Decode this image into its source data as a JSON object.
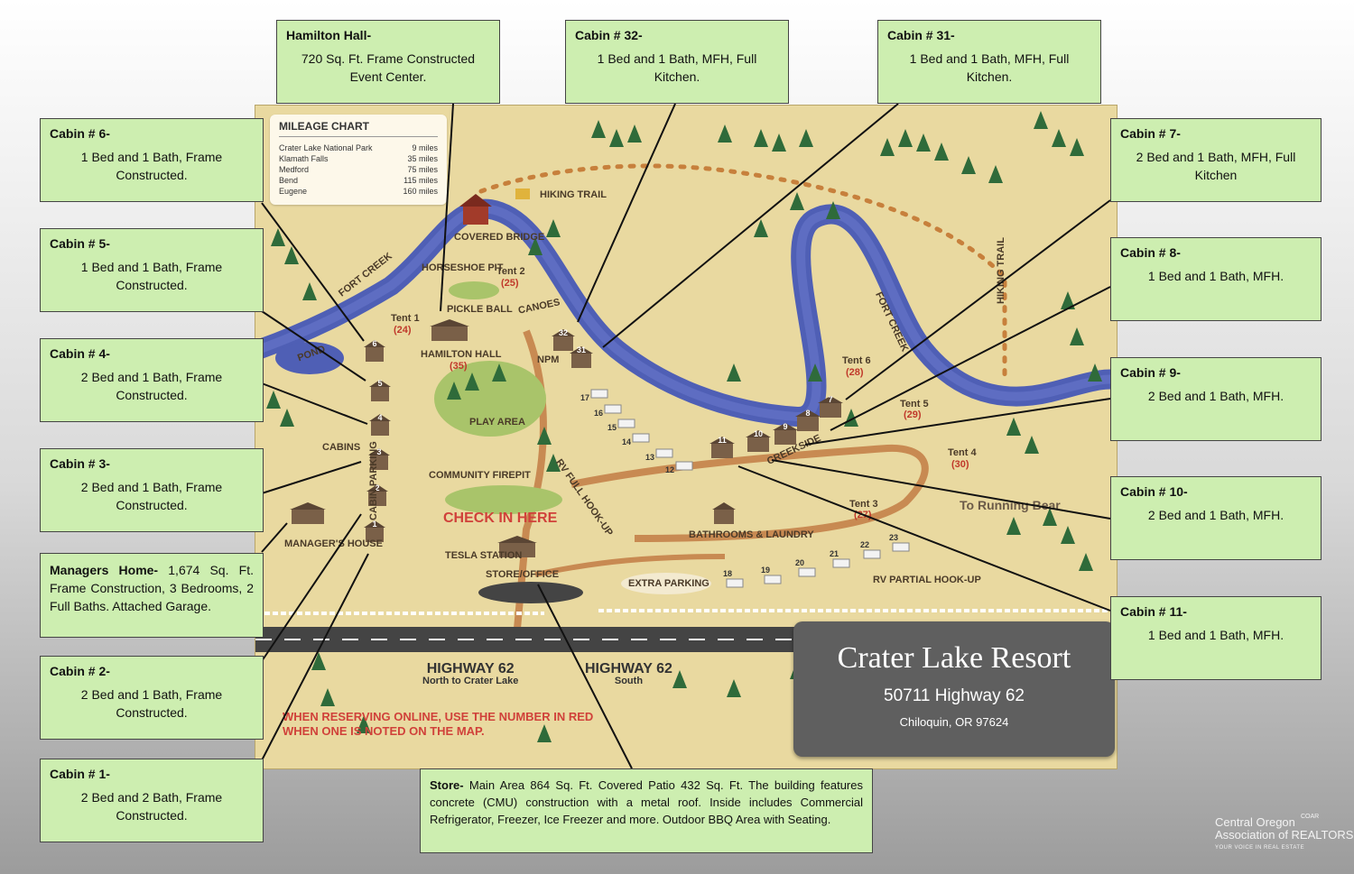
{
  "map": {
    "mileage_chart": {
      "title": "MILEAGE CHART",
      "rows": [
        {
          "place": "Crater Lake National Park",
          "distance": "9 miles"
        },
        {
          "place": "Klamath Falls",
          "distance": "35 miles"
        },
        {
          "place": "Medford",
          "distance": "75 miles"
        },
        {
          "place": "Bend",
          "distance": "115 miles"
        },
        {
          "place": "Eugene",
          "distance": "160 miles"
        }
      ]
    },
    "labels": {
      "hiking_trail_1": "HIKING TRAIL",
      "hiking_trail_2": "HIKING TRAIL",
      "covered_bridge": "COVERED BRIDGE",
      "horseshoe_pit": "HORSESHOE PIT",
      "tent2": "Tent 2",
      "tent2_num": "(25)",
      "tent1": "Tent 1",
      "tent1_num": "(24)",
      "fort_creek_1": "FORT CREEK",
      "fort_creek_2": "FORT CREEK",
      "pond": "POND",
      "pickle_ball": "PICKLE BALL",
      "canoes": "CANOES",
      "hamilton_hall": "HAMILTON HALL",
      "hamilton_num": "(35)",
      "npm": "NPM",
      "play_area": "PLAY AREA",
      "cabins": "CABINS",
      "community_firepit": "COMMUNITY FIREPIT",
      "cabin_parking": "CABIN PARKING",
      "check_in": "CHECK IN HERE",
      "managers_house": "MANAGER'S HOUSE",
      "tesla": "TESLA STATION",
      "store_office": "STORE/OFFICE",
      "rv_full": "RV FULL HOOK-UP",
      "creekside": "CREEKSIDE",
      "bathrooms": "BATHROOMS & LAUNDRY",
      "extra_parking": "EXTRA PARKING",
      "rv_partial": "RV PARTIAL HOOK-UP",
      "to_running_bear": "To Running Bear",
      "tent6": "Tent 6",
      "tent6_num": "(28)",
      "tent5": "Tent 5",
      "tent5_num": "(29)",
      "tent4": "Tent 4",
      "tent4_num": "(30)",
      "tent3": "Tent 3",
      "tent3_num": "(27)",
      "hwy_left": "HIGHWAY 62",
      "hwy_left_sub": "North to Crater Lake",
      "hwy_right": "HIGHWAY 62",
      "hwy_right_sub": "South",
      "reserve_note": "WHEN RESERVING ONLINE, USE THE NUMBER IN RED WHEN ONE IS NOTED ON THE MAP."
    },
    "cabin_numbers": [
      "1",
      "2",
      "3",
      "4",
      "5",
      "6"
    ],
    "creek_cabins": [
      "7",
      "8",
      "9",
      "10",
      "11"
    ],
    "npm_cabins": [
      "32",
      "31"
    ],
    "rv_full_sites": [
      "17",
      "16",
      "15",
      "14",
      "13",
      "12"
    ],
    "rv_partial_sites": [
      "18",
      "19",
      "20",
      "21",
      "22",
      "23"
    ]
  },
  "title_panel": {
    "name": "Crater Lake Resort",
    "address": "50711 Highway 62",
    "city": "Chiloquin, OR 97624"
  },
  "callouts": {
    "hamilton": {
      "title": "Hamilton Hall-",
      "desc": "720 Sq. Ft. Frame Constructed Event Center."
    },
    "cabin32": {
      "title": "Cabin # 32-",
      "desc": "1 Bed and 1 Bath, MFH, Full Kitchen."
    },
    "cabin31": {
      "title": "Cabin # 31-",
      "desc": "1 Bed and 1 Bath, MFH, Full Kitchen."
    },
    "cabin6": {
      "title": "Cabin # 6-",
      "desc": "1 Bed and 1 Bath, Frame Constructed."
    },
    "cabin5": {
      "title": "Cabin # 5-",
      "desc": "1 Bed and 1 Bath, Frame Constructed."
    },
    "cabin4": {
      "title": "Cabin # 4-",
      "desc": "2 Bed and 1 Bath, Frame Constructed."
    },
    "cabin3": {
      "title": "Cabin # 3-",
      "desc": "2 Bed and 1 Bath, Frame Constructed."
    },
    "managers": {
      "title": "Managers Home-",
      "desc": "1,674 Sq. Ft. Frame Construction, 3 Bedrooms, 2 Full Baths. Attached Garage."
    },
    "cabin2": {
      "title": "Cabin # 2-",
      "desc": "2 Bed and 1 Bath, Frame Constructed."
    },
    "cabin1": {
      "title": "Cabin # 1-",
      "desc": "2 Bed and 2 Bath, Frame Constructed."
    },
    "cabin7": {
      "title": "Cabin # 7-",
      "desc": "2 Bed and 1 Bath, MFH, Full Kitchen"
    },
    "cabin8": {
      "title": "Cabin # 8-",
      "desc": "1 Bed and 1 Bath, MFH."
    },
    "cabin9": {
      "title": "Cabin # 9-",
      "desc": "2 Bed and 1 Bath, MFH."
    },
    "cabin10": {
      "title": "Cabin # 10-",
      "desc": "2 Bed and 1 Bath, MFH."
    },
    "cabin11": {
      "title": "Cabin # 11-",
      "desc": "1 Bed and 1 Bath, MFH."
    },
    "store": {
      "title": "Store-",
      "desc": "Main Area 864 Sq. Ft.  Covered Patio 432 Sq. Ft.  The building features concrete (CMU) construction with a metal roof.  Inside includes Commercial Refrigerator, Freezer, Ice Freezer and more.  Outdoor BBQ Area with Seating."
    }
  },
  "logo": {
    "line1": "Central Oregon",
    "line2": "Association of REALTORS",
    "tag": "YOUR VOICE IN REAL ESTATE",
    "badge": "COAR"
  },
  "colors": {
    "creek": "#5060b8",
    "land": "#e9d9a0",
    "callout": "#cdeeb0",
    "trail": "#c7803c",
    "grass": "#a9c46a",
    "tree": "#2f6b3a"
  }
}
